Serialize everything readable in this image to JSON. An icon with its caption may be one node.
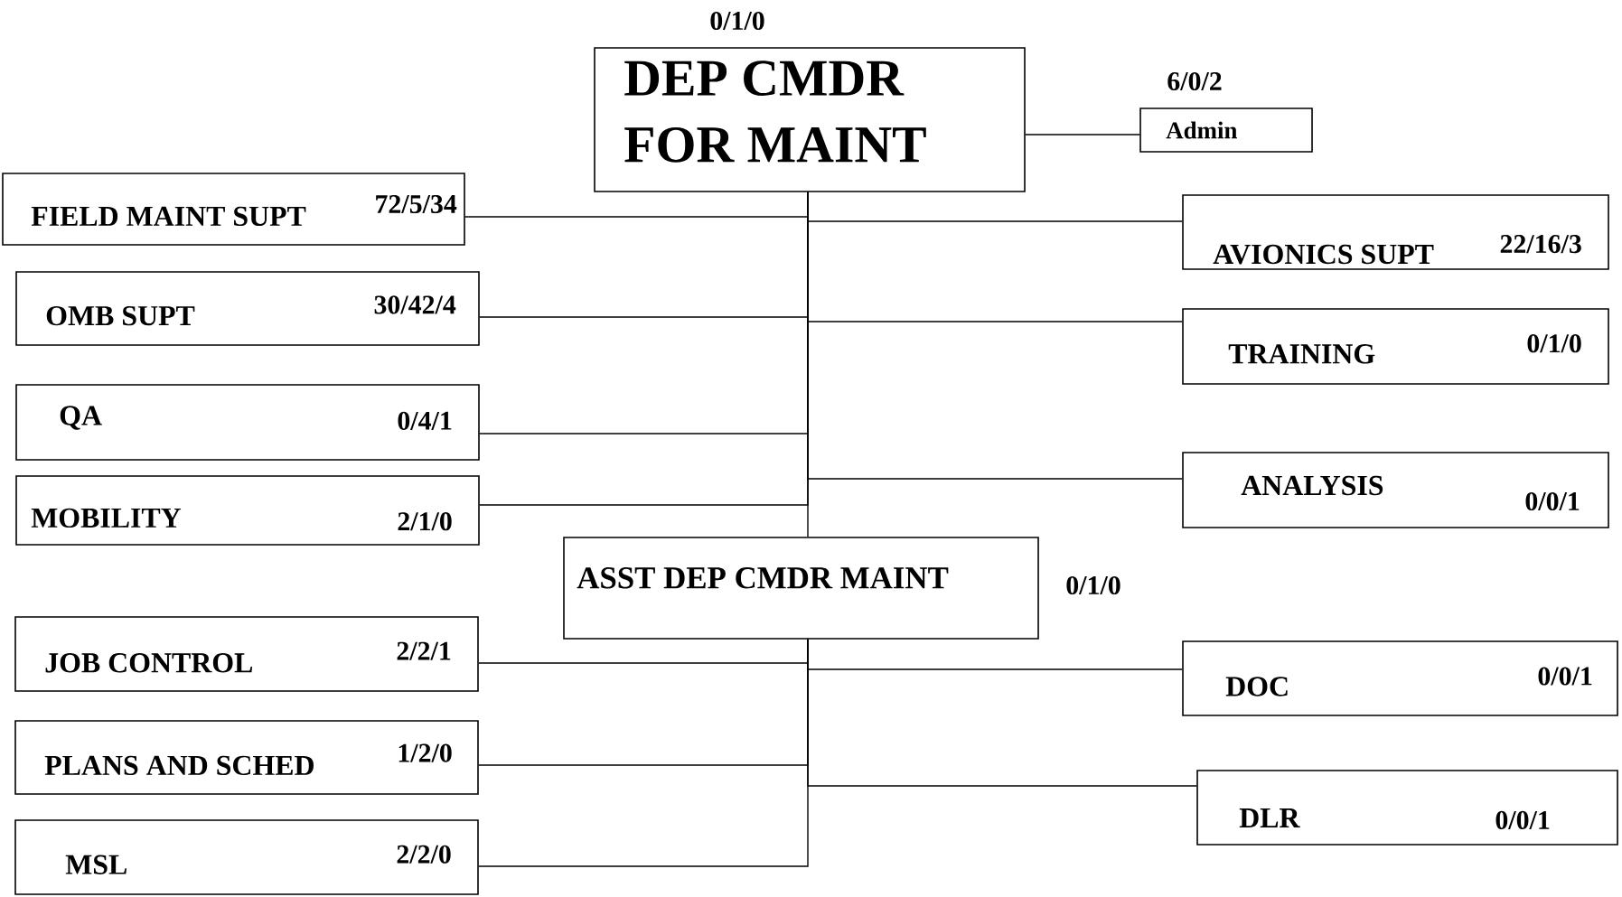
{
  "diagram": {
    "nodes": [
      {
        "text": [
          "DEP CMDR FOR MAINT"
        ],
        "beside": [
          "0/1/0"
        ]
      },
      {
        "text": [
          "Admin"
        ],
        "beside": [
          "6/0/2"
        ]
      },
      {
        "text": [
          "FIELD MAINT SUPT",
          "72/5/34"
        ]
      },
      {
        "text": [
          "AVIONICS SUPT",
          "22/16/3"
        ]
      },
      {
        "text": [
          "OMB SUPT",
          "30/42/4"
        ]
      },
      {
        "text": [
          "TRAINING",
          "0/1/0"
        ]
      },
      {
        "text": [
          "QA",
          "0/4/1"
        ]
      },
      {
        "text": [
          "ANALYSIS",
          "0/0/1"
        ]
      },
      {
        "text": [
          "MOBILITY",
          "2/1/0"
        ]
      },
      {
        "text": [
          "ASST DEP CMDR MAINT"
        ],
        "beside": [
          "0/1/0"
        ]
      },
      {
        "text": [
          "JOB CONTROL",
          "2/2/1"
        ]
      },
      {
        "text": [
          "DOC",
          "0/0/1"
        ]
      },
      {
        "text": [
          "PLANS AND SCHED",
          "1/2/0"
        ]
      },
      {
        "text": [
          "DLR",
          "0/0/1"
        ]
      },
      {
        "text": [
          "MSL",
          "2/2/0"
        ]
      }
    ],
    "edges": [
      {
        "from": 0,
        "to": 1,
        "arrow": "none"
      },
      {
        "from": 0,
        "to": 2,
        "arrow": "none"
      },
      {
        "from": 0,
        "to": 3,
        "arrow": "none"
      },
      {
        "from": 0,
        "to": 4,
        "arrow": "none"
      },
      {
        "from": 0,
        "to": 5,
        "arrow": "none"
      },
      {
        "from": 0,
        "to": 6,
        "arrow": "none"
      },
      {
        "from": 0,
        "to": 7,
        "arrow": "none"
      },
      {
        "from": 0,
        "to": 8,
        "arrow": "none"
      },
      {
        "from": 0,
        "to": 9,
        "arrow": "none"
      },
      {
        "from": 9,
        "to": 10,
        "arrow": "none"
      },
      {
        "from": 9,
        "to": 11,
        "arrow": "none"
      },
      {
        "from": 9,
        "to": 12,
        "arrow": "none"
      },
      {
        "from": 9,
        "to": 13,
        "arrow": "none"
      },
      {
        "from": 9,
        "to": 14,
        "arrow": "none"
      }
    ]
  }
}
